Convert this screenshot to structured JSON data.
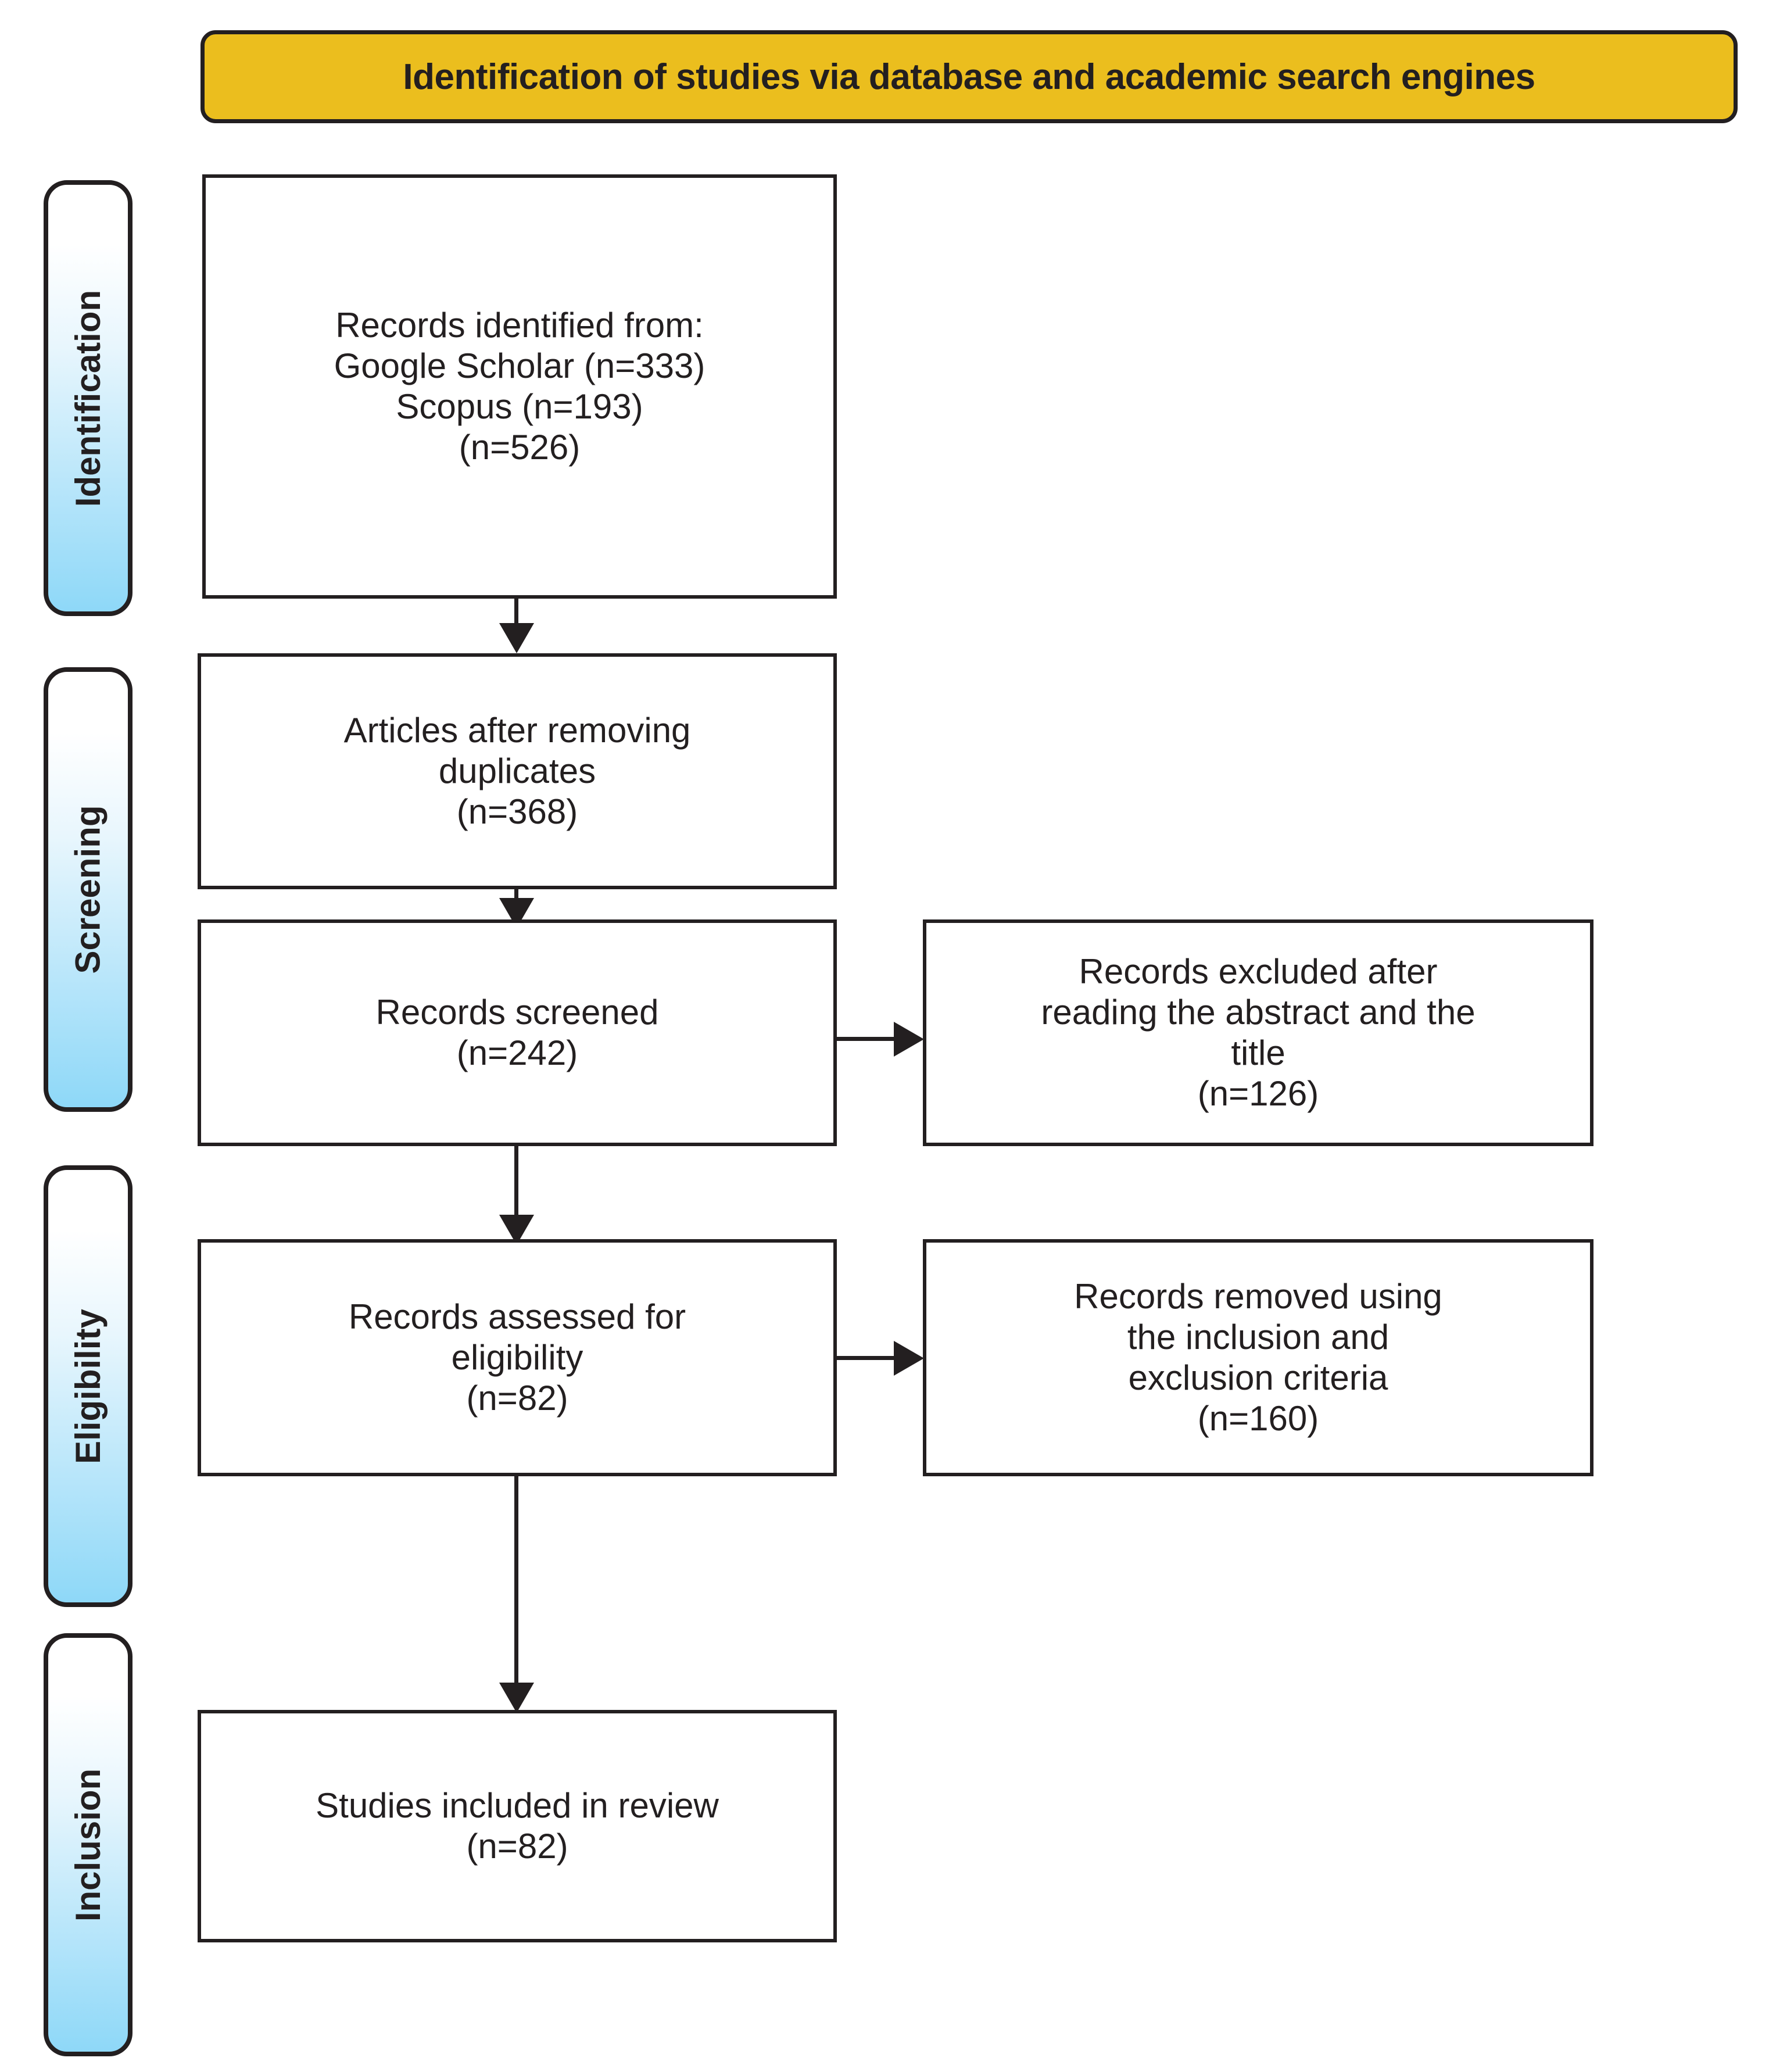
{
  "banner": {
    "title": "Identification of studies via database and academic search engines"
  },
  "stages": [
    {
      "label": "Identification"
    },
    {
      "label": "Screening"
    },
    {
      "label": "Eligibility"
    },
    {
      "label": "Inclusion"
    }
  ],
  "boxes": {
    "identified": {
      "text": "Records identified from:\nGoogle Scholar (n=333)\nScopus (n=193)\n(n=526)"
    },
    "deduplicated": {
      "text": "Articles after removing\nduplicates\n(n=368)"
    },
    "screened": {
      "text": "Records screened\n(n=242)"
    },
    "excluded_abstract_title": {
      "text": "Records excluded after\nreading the abstract and the\ntitle\n(n=126)"
    },
    "assessed": {
      "text": "Records assessed for\neligibility\n(n=82)"
    },
    "removed_criteria": {
      "text": "Records removed using\nthe inclusion and\nexclusion criteria\n(n=160)"
    },
    "included": {
      "text": "Studies included in review\n(n=82)"
    }
  },
  "colors": {
    "banner_fill": "#EBBE1E",
    "stroke": "#231F20",
    "stage_gradient_top": "#FFFFFF",
    "stage_gradient_bottom": "#8ED8F8",
    "box_fill": "#FFFFFF"
  }
}
